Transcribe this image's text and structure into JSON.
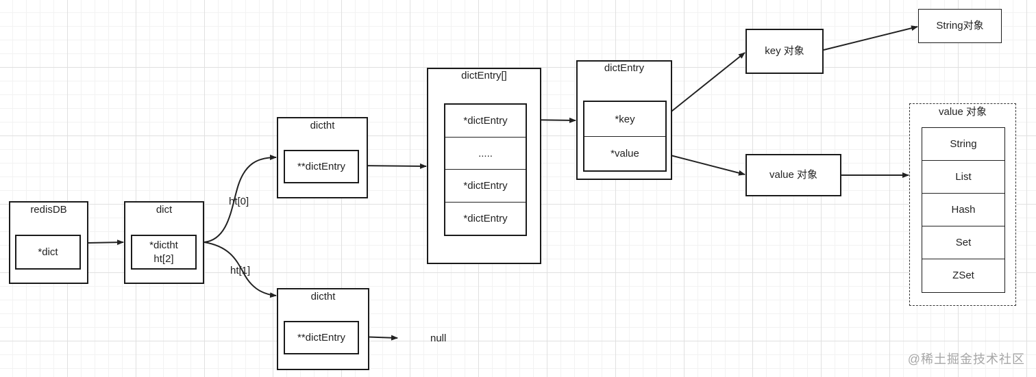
{
  "redisdb": {
    "title": "redisDB",
    "field": "*dict"
  },
  "dict": {
    "title": "dict",
    "field_line1": "*dictht",
    "field_line2": "ht[2]"
  },
  "dictht_0": {
    "title": "dictht",
    "field": "**dictEntry"
  },
  "dictht_1": {
    "title": "dictht",
    "field": "**dictEntry"
  },
  "labels": {
    "ht0": "ht[0]",
    "ht1": "ht[1]",
    "null": "null"
  },
  "entry_array": {
    "title": "dictEntry[]",
    "cells": [
      "*dictEntry",
      ".....",
      "*dictEntry",
      "*dictEntry"
    ]
  },
  "dict_entry": {
    "title": "dictEntry",
    "key": "*key",
    "value": "*value"
  },
  "key_object": {
    "label": "key 对象"
  },
  "value_object": {
    "label": "value 对象"
  },
  "string_object": {
    "label": "String对象"
  },
  "value_types": {
    "title": "value 对象",
    "items": [
      "String",
      "List",
      "Hash",
      "Set",
      "ZSet"
    ]
  },
  "watermark": "@稀土掘金技术社区"
}
